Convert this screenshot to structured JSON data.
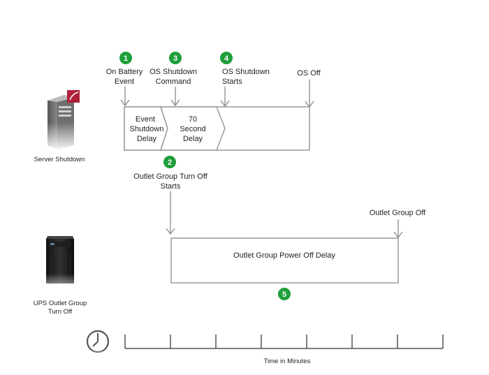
{
  "diagram": {
    "events": [
      {
        "num": "1",
        "line1": "On Battery",
        "line2": "Event"
      },
      {
        "num": "3",
        "line1": "OS Shutdown",
        "line2": "Command"
      },
      {
        "num": "4",
        "line1": "OS Shutdown",
        "line2": "Starts"
      },
      {
        "line1": "OS Off"
      }
    ],
    "server": {
      "label": "Server Shutdown",
      "stages": [
        {
          "line1": "Event",
          "line2": "Shutdown",
          "line3": "Delay"
        },
        {
          "line1": "70",
          "line2": "Second",
          "line3": "Delay"
        }
      ]
    },
    "outlet_start": {
      "num": "2",
      "line1": "Outlet Group Turn Off",
      "line2": "Starts"
    },
    "outlet_off": {
      "line1": "Outlet Group Off"
    },
    "outlet_delay": {
      "label": "Outlet Group Power Off Delay",
      "num": "5"
    },
    "ups": {
      "line1": "UPS Outlet Group",
      "line2": "Turn Off"
    },
    "timeline": {
      "label": "Time in Minutes"
    },
    "colors": {
      "badge": "#1f9e3a",
      "line": "#8a8a8a",
      "box_border": "#9a9a9a"
    },
    "icons": [
      "server-tower-icon",
      "ups-tower-icon",
      "clock-icon"
    ]
  }
}
